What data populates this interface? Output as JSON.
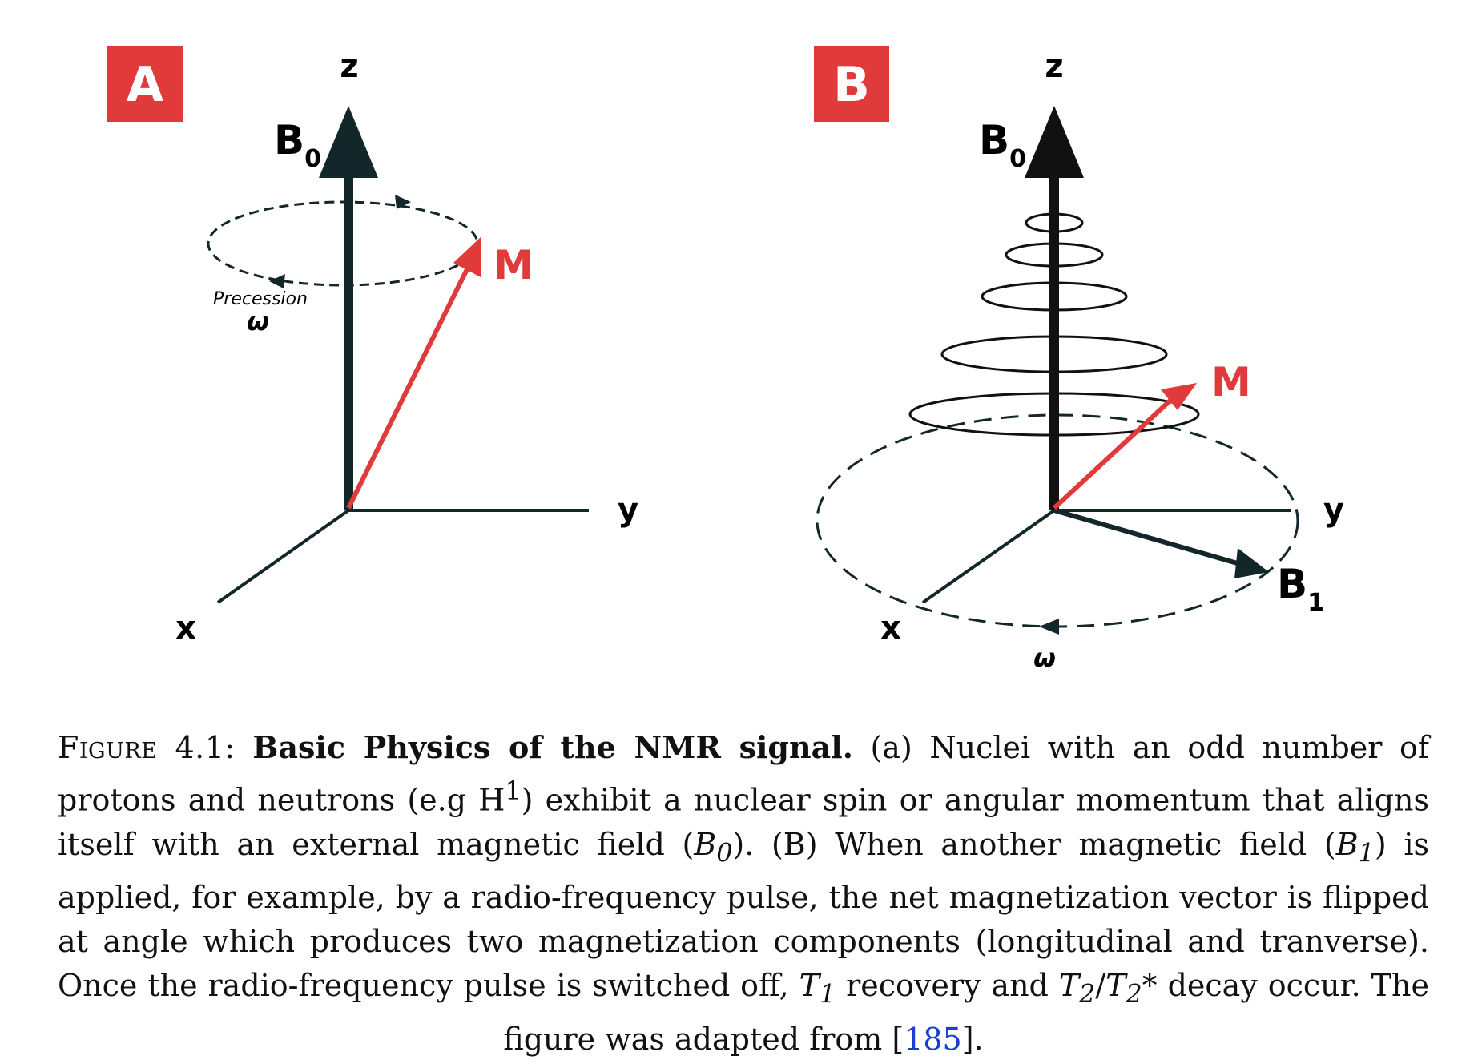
{
  "panels": [
    {
      "label": "A",
      "axis_z": "z",
      "axis_y": "y",
      "axis_x": "x",
      "b_label": "B",
      "b_sub": "0",
      "m_label": "M",
      "precession_label": "Precession",
      "omega_label": "ω"
    },
    {
      "label": "B",
      "axis_z": "z",
      "axis_y": "y",
      "axis_x": "x",
      "b_label": "B",
      "b_sub": "0",
      "m_label": "M",
      "b1_label": "B",
      "b1_sub": "1",
      "omega_label": "ω"
    }
  ],
  "colors": {
    "badge": "#e03a3a",
    "magnetization": "#e03a3a",
    "axis": "#13262a"
  },
  "caption": {
    "fig_label": "Figure 4.1:",
    "title": "Basic Physics of the NMR signal.",
    "p1": "(a) Nuclei with an odd number of protons and neutrons (e.g H",
    "sup1": "1",
    "p2": ") exhibit a nuclear spin or angular momentum that aligns itself with an external magnetic field (",
    "b0_base": "B",
    "b0_sub": "0",
    "p3": "). (B) When another magnetic field (",
    "b1_base": "B",
    "b1_sub": "1",
    "p4": ") is applied, for example, by a radio-frequency pulse, the net magnetization vector is flipped at angle which produces two magnetization components (longitudinal and tranverse). Once the radio-frequency pulse is switched off,",
    "t1_base": "T",
    "t1_sub": "1",
    "p5": "recovery and",
    "t2_base": "T",
    "t2_sub": "2",
    "slash": "/",
    "t2s_base": "T",
    "t2s_sub": "2",
    "p6": "* decay occur. The figure was adapted from [",
    "cite": "185",
    "p7": "]."
  }
}
